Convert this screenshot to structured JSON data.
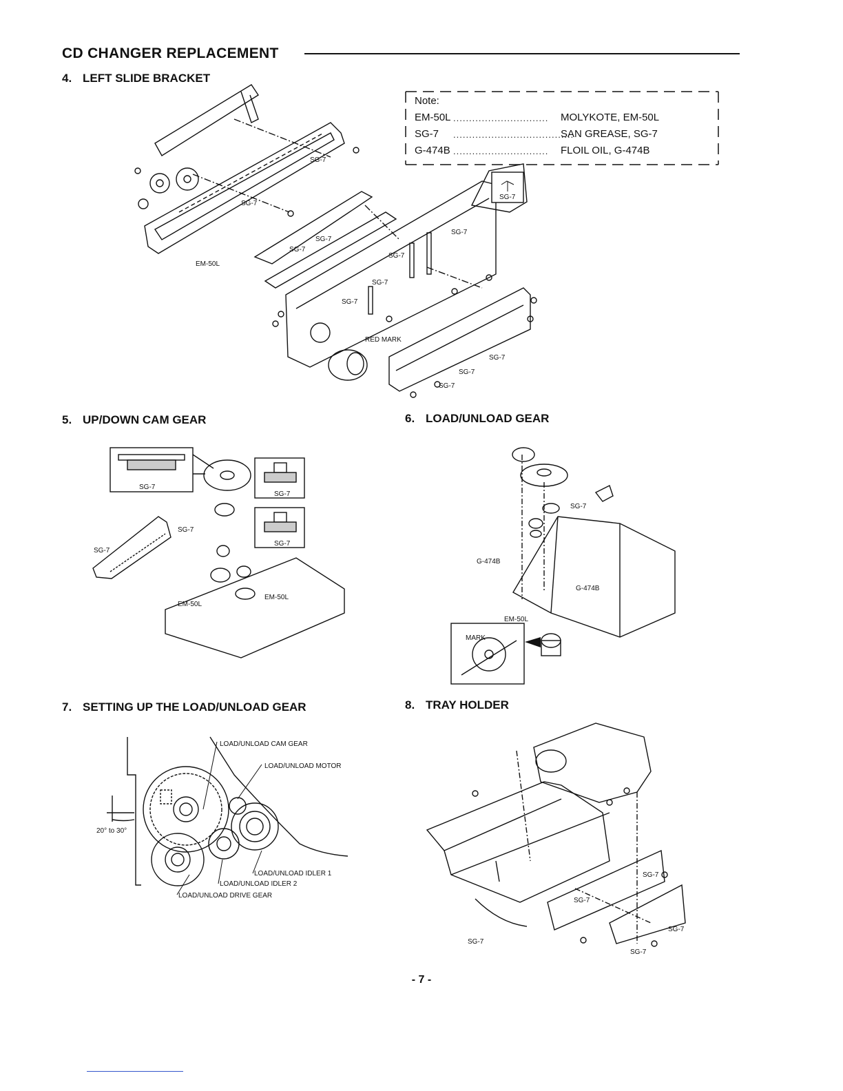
{
  "title": "CD CHANGER REPLACEMENT",
  "sections": [
    {
      "num": "4.",
      "heading": "LEFT SLIDE BRACKET"
    },
    {
      "num": "5.",
      "heading": "UP/DOWN CAM GEAR"
    },
    {
      "num": "6.",
      "heading": "LOAD/UNLOAD GEAR"
    },
    {
      "num": "7.",
      "heading": "SETTING UP THE LOAD/UNLOAD GEAR"
    },
    {
      "num": "8.",
      "heading": "TRAY HOLDER"
    }
  ],
  "note": {
    "heading": "Note:",
    "rows": [
      {
        "code": "EM-50L",
        "dots": "..............................",
        "desc": "MOLYKOTE, EM-50L"
      },
      {
        "code": "SG-7",
        "dots": "......................................",
        "desc": "SAN GREASE, SG-7"
      },
      {
        "code": "G-474B",
        "dots": "..............................",
        "desc": "FLOIL OIL, G-474B"
      }
    ]
  },
  "labels": {
    "sg7": "SG-7",
    "em50l": "EM-50L",
    "g474b": "G-474B",
    "red_mark": "RED MARK",
    "mark": "MARK",
    "cam_gear": "LOAD/UNLOAD CAM GEAR",
    "motor": "LOAD/UNLOAD MOTOR",
    "idler1": "LOAD/UNLOAD IDLER 1",
    "idler2": "LOAD/UNLOAD IDLER 2",
    "drive_gear": "LOAD/UNLOAD DRIVE GEAR",
    "angle": "20° to 30°"
  },
  "page_number": "- 7 -"
}
